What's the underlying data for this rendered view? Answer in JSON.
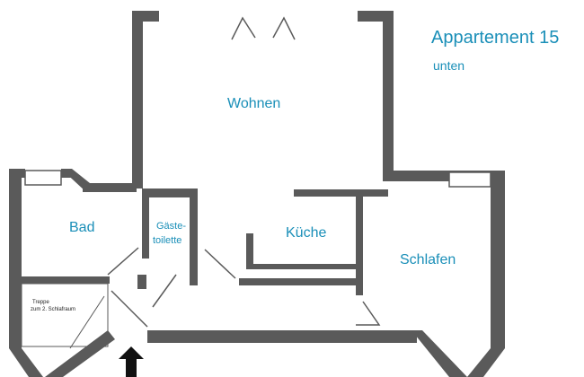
{
  "header": {
    "title": "Appartement 15",
    "subtitle": "unten"
  },
  "rooms": {
    "wohnen": "Wohnen",
    "bad": "Bad",
    "gaeste_line1": "Gäste-",
    "gaeste_line2": "toilette",
    "kueche": "Küche",
    "schlafen": "Schlafen"
  },
  "stairs": {
    "line1": "Treppe",
    "line2": "zum 2. Schlafraum"
  },
  "colors": {
    "wall": "#5a5a5a",
    "label": "#1a8fb8"
  },
  "icons": {
    "entrance": "arrow-up-icon"
  }
}
